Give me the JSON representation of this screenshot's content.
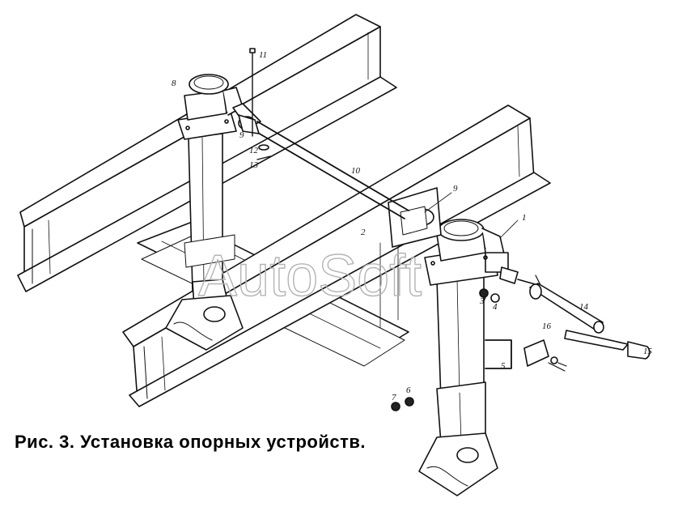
{
  "caption": "Рис. 3. Установка опорных устройств.",
  "watermark": "AutoSoft",
  "callouts": [
    "1",
    "2",
    "3",
    "4",
    "5",
    "6",
    "7",
    "8",
    "9",
    "9",
    "10",
    "11",
    "12",
    "13",
    "14",
    "15",
    "16"
  ],
  "colors": {
    "ink": "#111111",
    "paper": "#ffffff",
    "watermark": "#b4b4b4"
  }
}
